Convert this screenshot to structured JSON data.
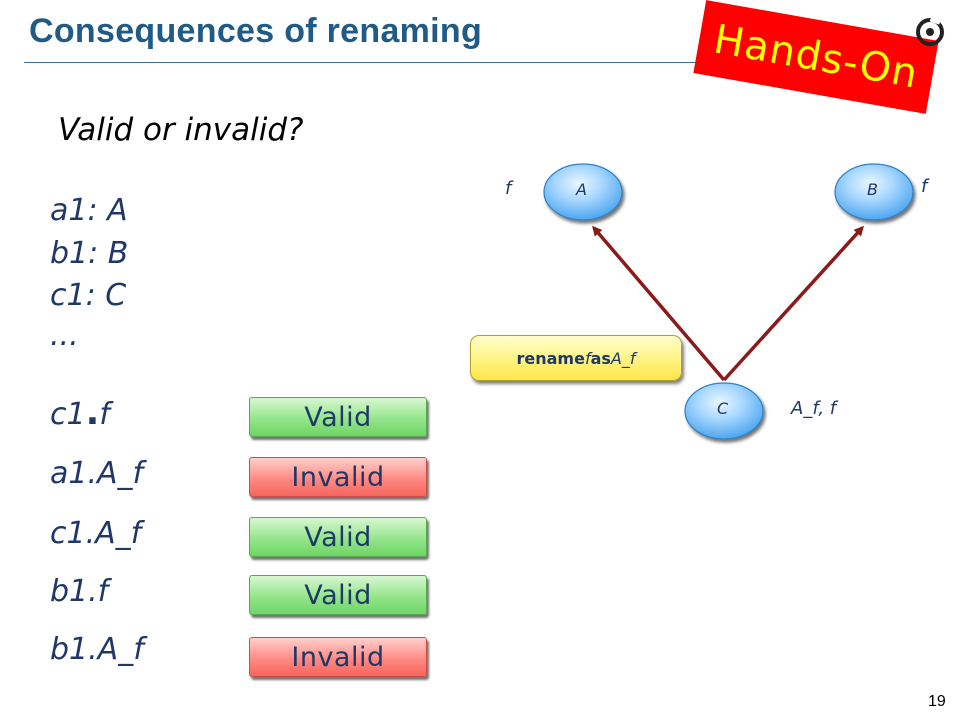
{
  "header": {
    "title": "Consequences of renaming",
    "badge": "Hands-On"
  },
  "question": "Valid or invalid?",
  "declarations": [
    "a1: A",
    "b1: B",
    "c1: C",
    "..."
  ],
  "checks": [
    {
      "expr_pre": "c1",
      "expr_dot": ".",
      "expr_post": "f",
      "verdict": "Valid"
    },
    {
      "expr": "a1.A_f",
      "verdict": "Invalid"
    },
    {
      "expr": "c1.A_f",
      "verdict": "Valid"
    },
    {
      "expr": "b1.f",
      "verdict": "Valid"
    },
    {
      "expr": "b1.A_f",
      "verdict": "Invalid"
    }
  ],
  "diagram": {
    "class_a": "A",
    "class_b": "B",
    "class_c": "C",
    "feature_a": "f",
    "feature_b": "f",
    "feature_c": "A_f, f",
    "rename_keyword": "rename",
    "rename_from": "f",
    "rename_as": "as",
    "rename_to": "A_f"
  },
  "colors": {
    "title": "#1f5b86",
    "arrow": "#8b1a1a",
    "valid": "#7fdc75",
    "invalid": "#ff7b73",
    "class_bubble": "#7fc4ff",
    "badge_bg": "#ff0000",
    "badge_text": "#ffff00"
  },
  "page_number": "19"
}
